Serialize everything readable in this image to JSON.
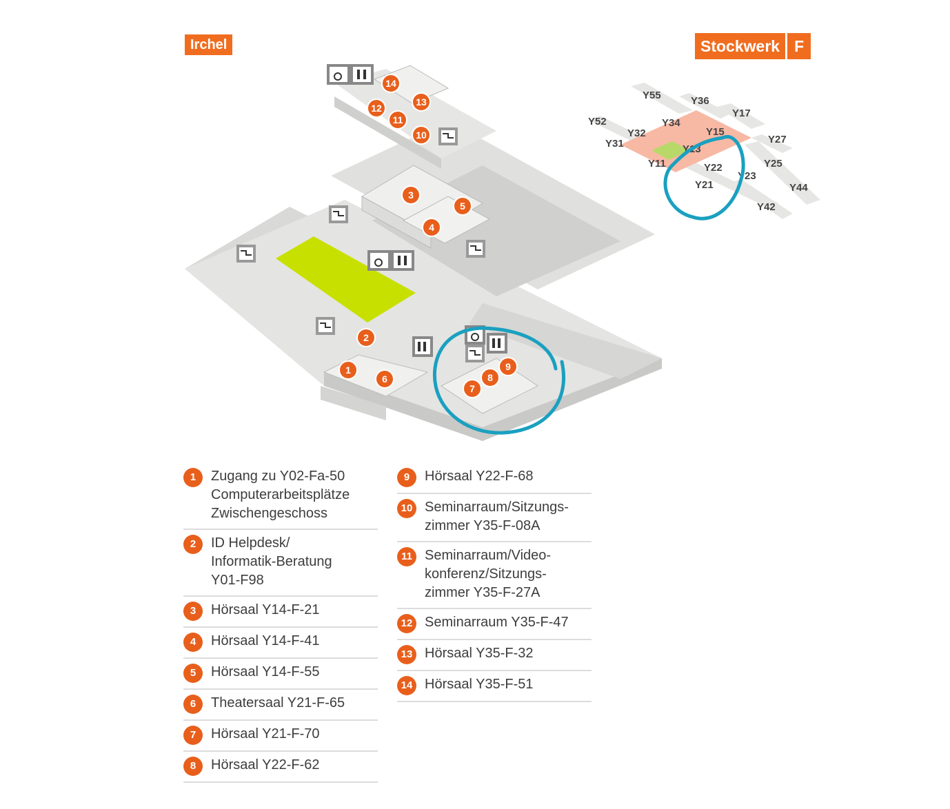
{
  "campus": "Irchel",
  "floor": {
    "label": "Stockwerk",
    "value": "F"
  },
  "mini_map": {
    "building_labels": [
      "Y55",
      "Y36",
      "Y17",
      "Y52",
      "Y34",
      "Y15",
      "Y27",
      "Y32",
      "Y31",
      "Y13",
      "Y25",
      "Y11",
      "Y22",
      "Y23",
      "Y21",
      "Y44",
      "Y42"
    ],
    "highlight_color": "#f7b8a4",
    "annotation_color": "#1aa0c0"
  },
  "map": {
    "rooms": [
      "1",
      "2",
      "3",
      "4",
      "5",
      "6",
      "7",
      "8",
      "9",
      "10",
      "11",
      "12",
      "13",
      "14"
    ],
    "icons": [
      "stairs-icon",
      "wheelchair-icon",
      "toilet-icon"
    ],
    "courtyard_color": "#c8e000"
  },
  "legend": [
    {
      "num": "1",
      "text": "Zugang zu Y02-Fa-50\nComputerarbeitsplätze\nZwischengeschoss"
    },
    {
      "num": "2",
      "text": "ID Helpdesk/\nInformatik-Beratung\n Y01-F98"
    },
    {
      "num": "3",
      "text": "Hörsaal Y14-F-21"
    },
    {
      "num": "4",
      "text": "Hörsaal Y14-F-41"
    },
    {
      "num": "5",
      "text": "Hörsaal Y14-F-55"
    },
    {
      "num": "6",
      "text": "Theatersaal Y21-F-65"
    },
    {
      "num": "7",
      "text": "Hörsaal Y21-F-70"
    },
    {
      "num": "8",
      "text": "Hörsaal Y22-F-62"
    },
    {
      "num": "9",
      "text": "Hörsaal Y22-F-68"
    },
    {
      "num": "10",
      "text": "Seminarraum/Sitzungs-\nzimmer Y35-F-08A"
    },
    {
      "num": "11",
      "text": "Seminarraum/Video-\nkonferenz/Sitzungs-\nzimmer Y35-F-27A"
    },
    {
      "num": "12",
      "text": "Seminarraum Y35-F-47"
    },
    {
      "num": "13",
      "text": "Hörsaal Y35-F-32"
    },
    {
      "num": "14",
      "text": "Hörsaal Y35-F-51"
    }
  ]
}
